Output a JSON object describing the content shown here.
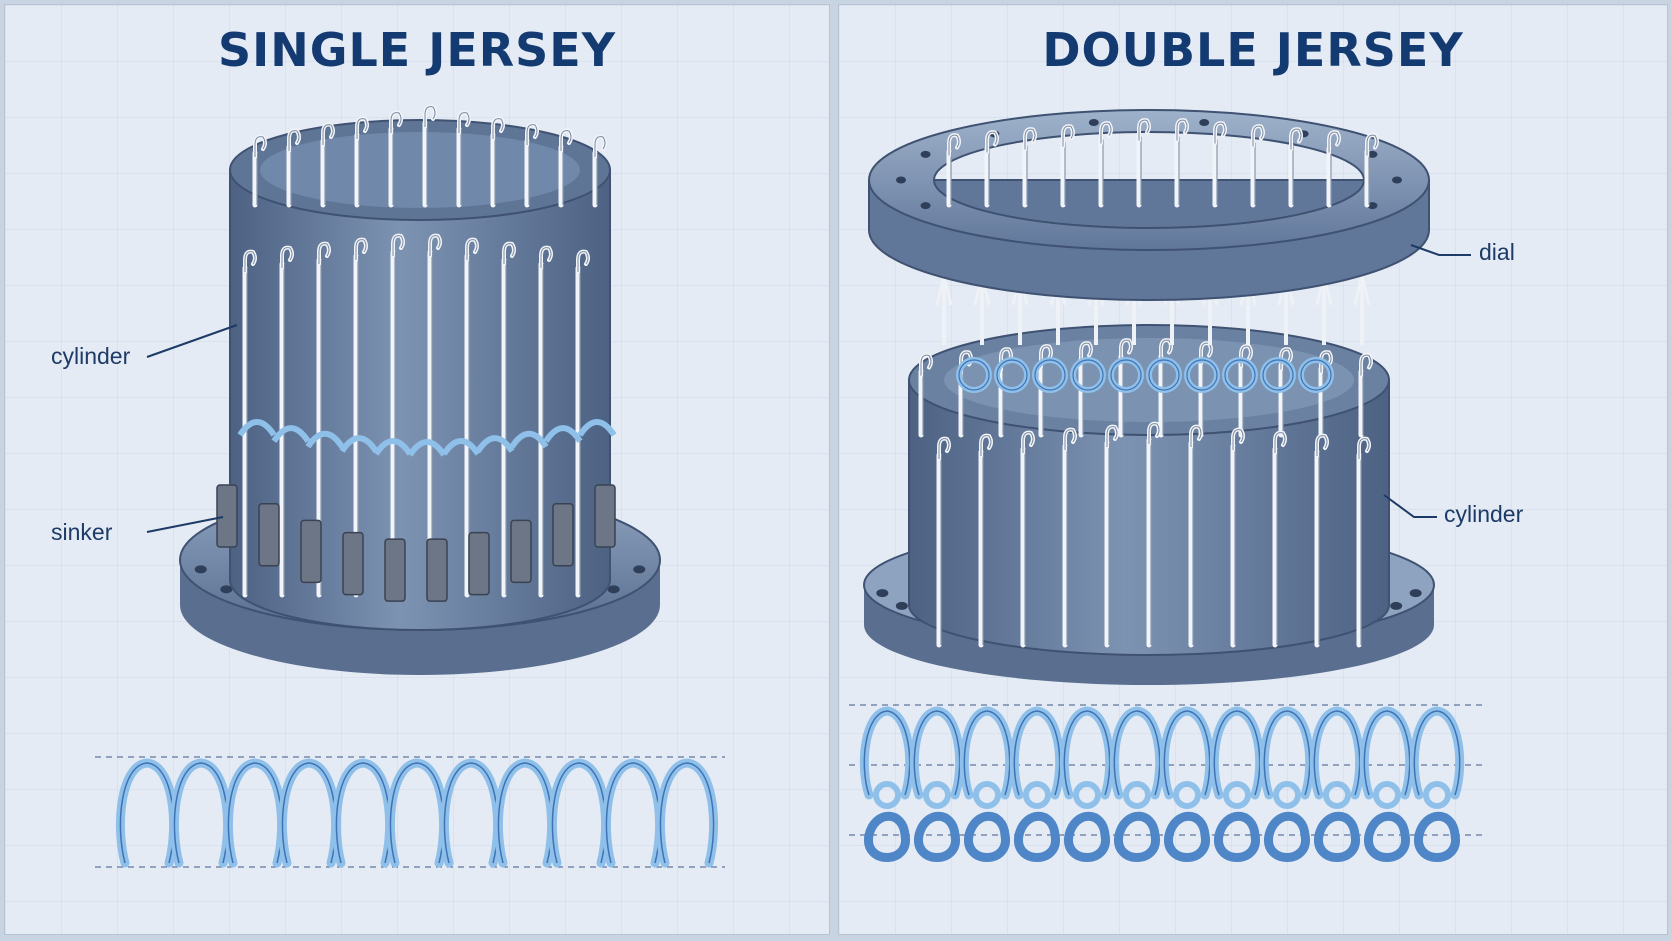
{
  "left": {
    "title": "SINGLE JERSEY",
    "labels": {
      "cylinder": "cylinder",
      "sinker": "sinker"
    }
  },
  "right": {
    "title": "DOUBLE JERSEY",
    "labels": {
      "dial": "dial",
      "cylinder": "cylinder"
    }
  },
  "colors": {
    "steel": "#6f86a6",
    "steel_dark": "#4d6283",
    "steel_light": "#9fb2cb",
    "needle": "#e8edf3",
    "yarn": "#8fc0ea",
    "yarn_dark": "#4f86c8",
    "title": "#143a72"
  },
  "icons": [
    "needle-icon",
    "sinker-icon",
    "stitch-loop-icon"
  ]
}
